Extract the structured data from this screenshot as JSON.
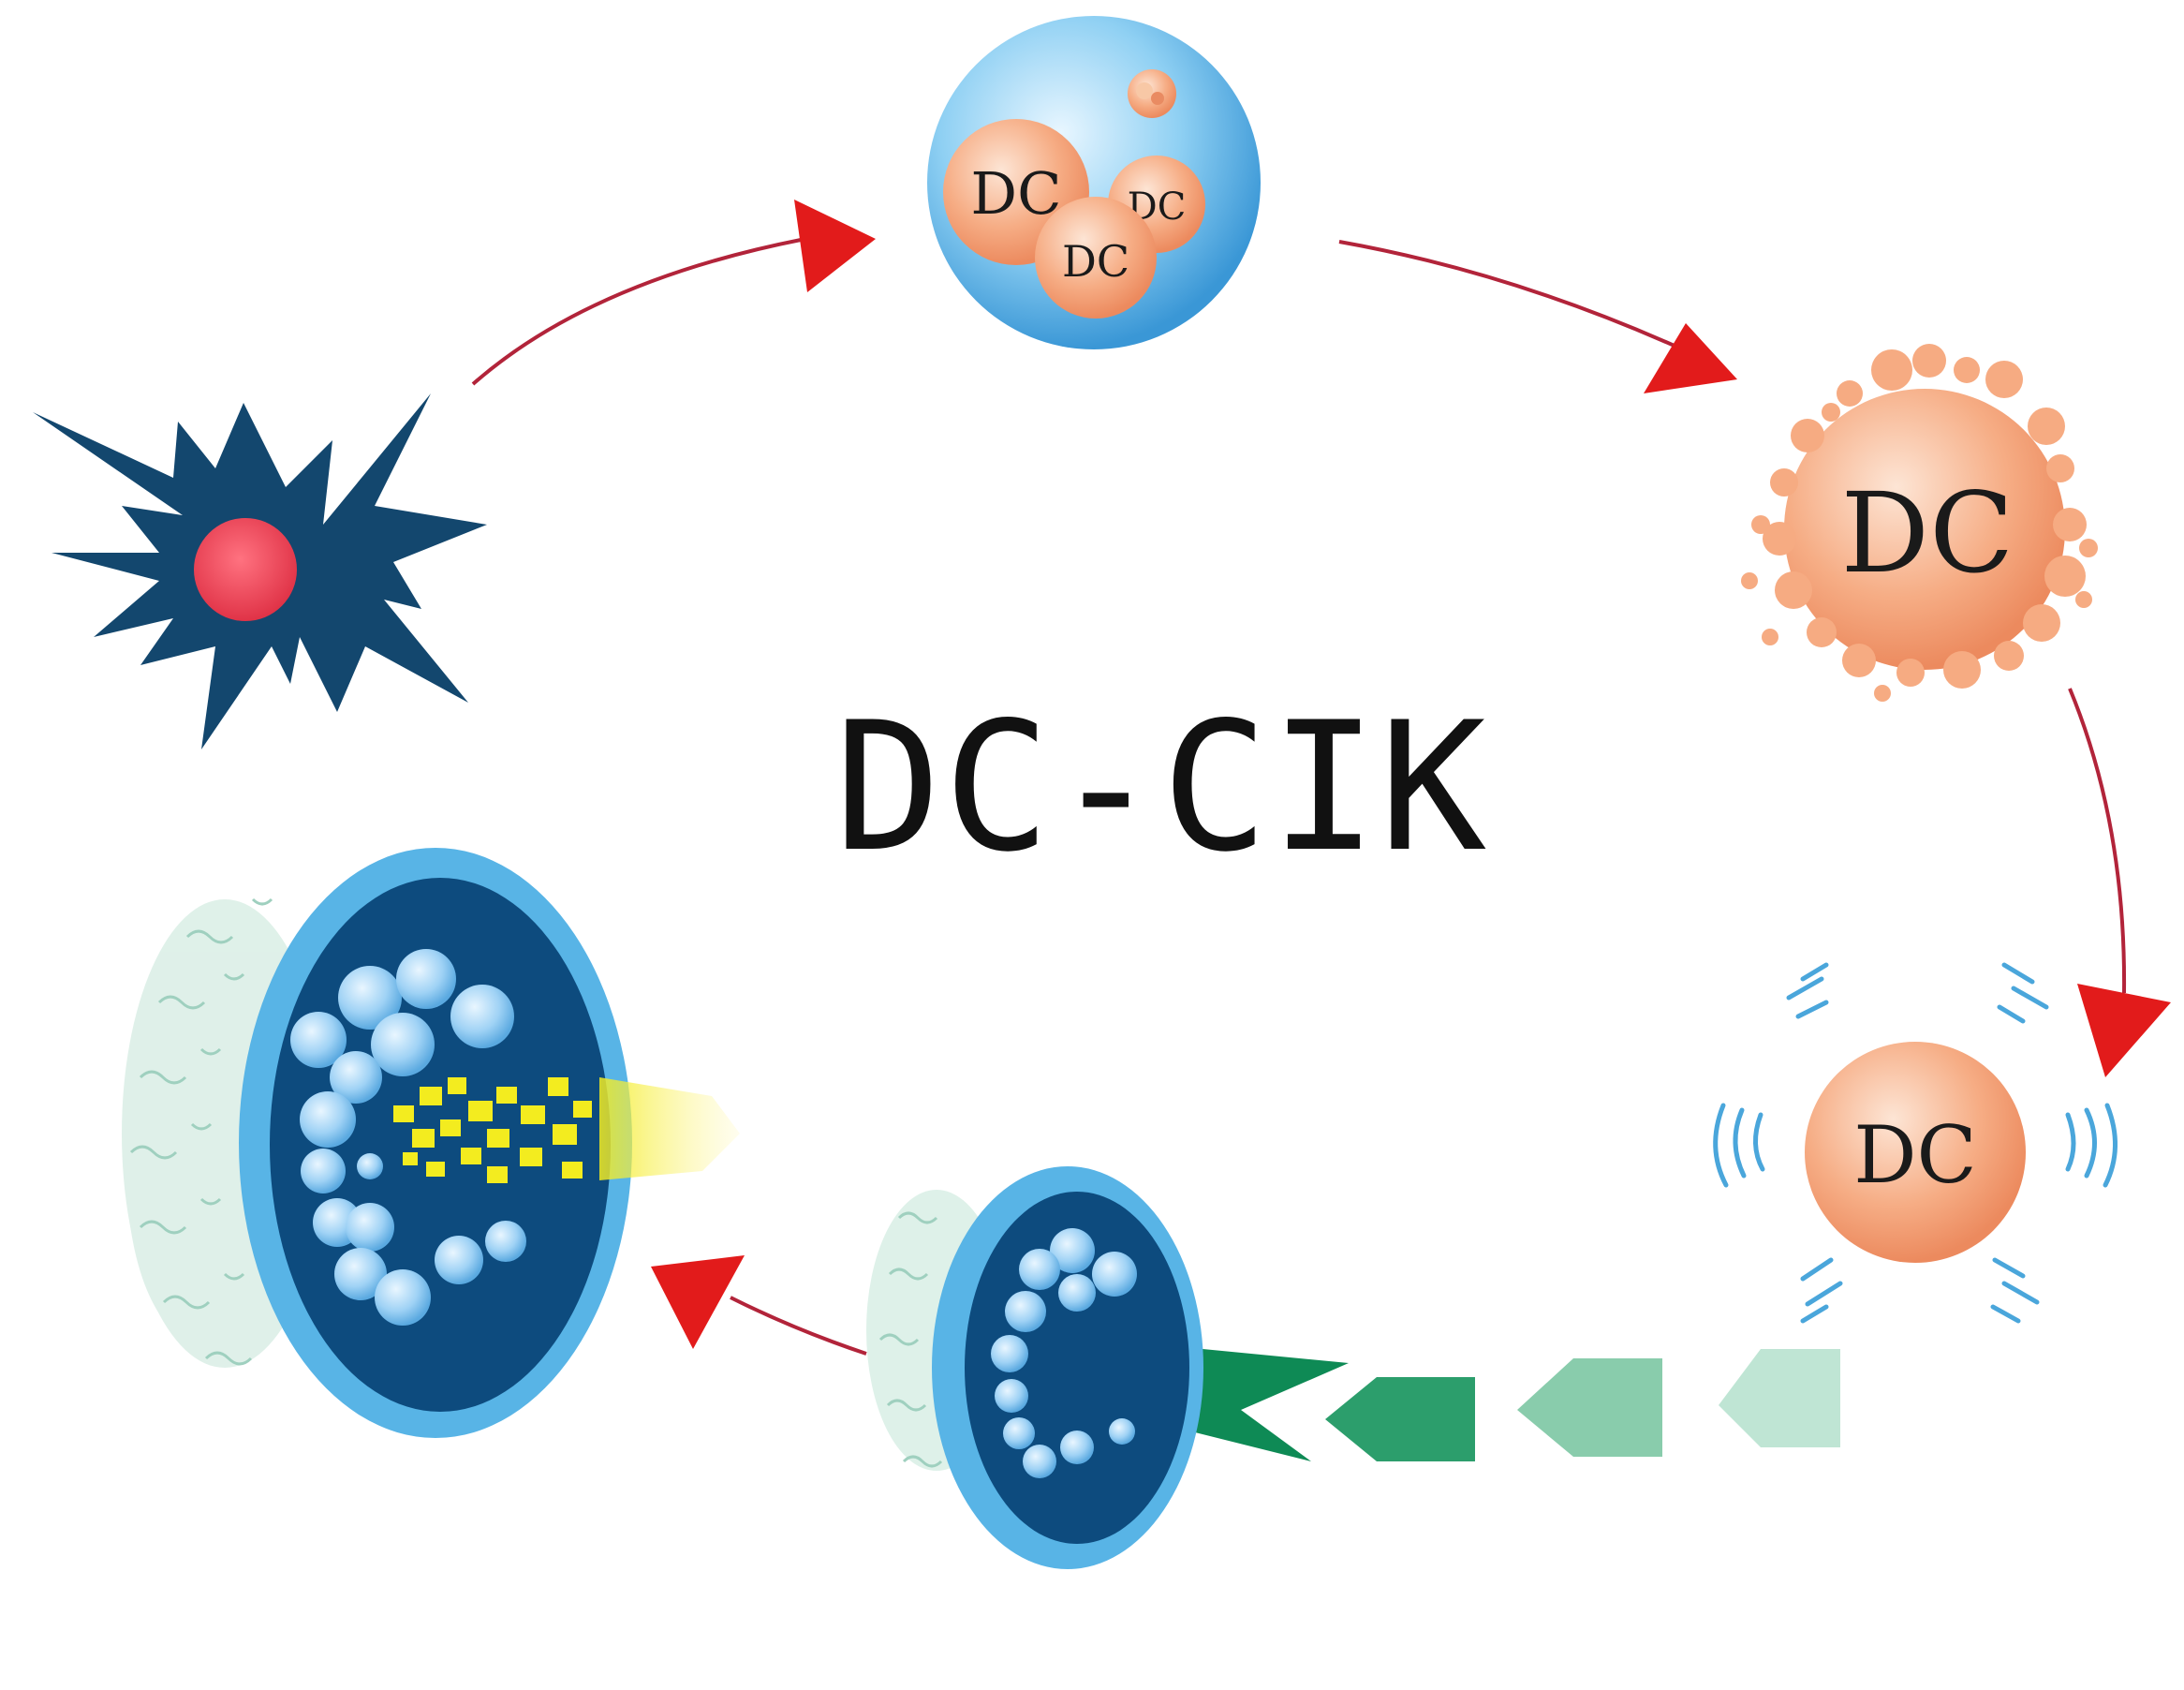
{
  "title": "DC-CIK",
  "cell_labels": {
    "dc_small_1": "DC",
    "dc_small_2": "DC",
    "dc_small_3": "DC",
    "dc_mature": "DC",
    "dc_activated": "DC"
  },
  "colors": {
    "arrow_red": "#e21b1b",
    "arrow_line": "#b2243a",
    "tumor_navy": "#13476e",
    "tumor_core": "#e84a5a",
    "dc_orange": "#f3a57c",
    "culture_blue": "#58b4e6",
    "cik_dark": "#0d4b7e",
    "attack_green": "#0e8a55",
    "yellow_burst": "#f3ec1f"
  },
  "icons": [
    "tumor-cell-icon",
    "culture-dish-icon",
    "dendritic-cell-icon",
    "activated-dc-icon",
    "cik-cell-icon",
    "lysed-tumor-cell-icon"
  ]
}
